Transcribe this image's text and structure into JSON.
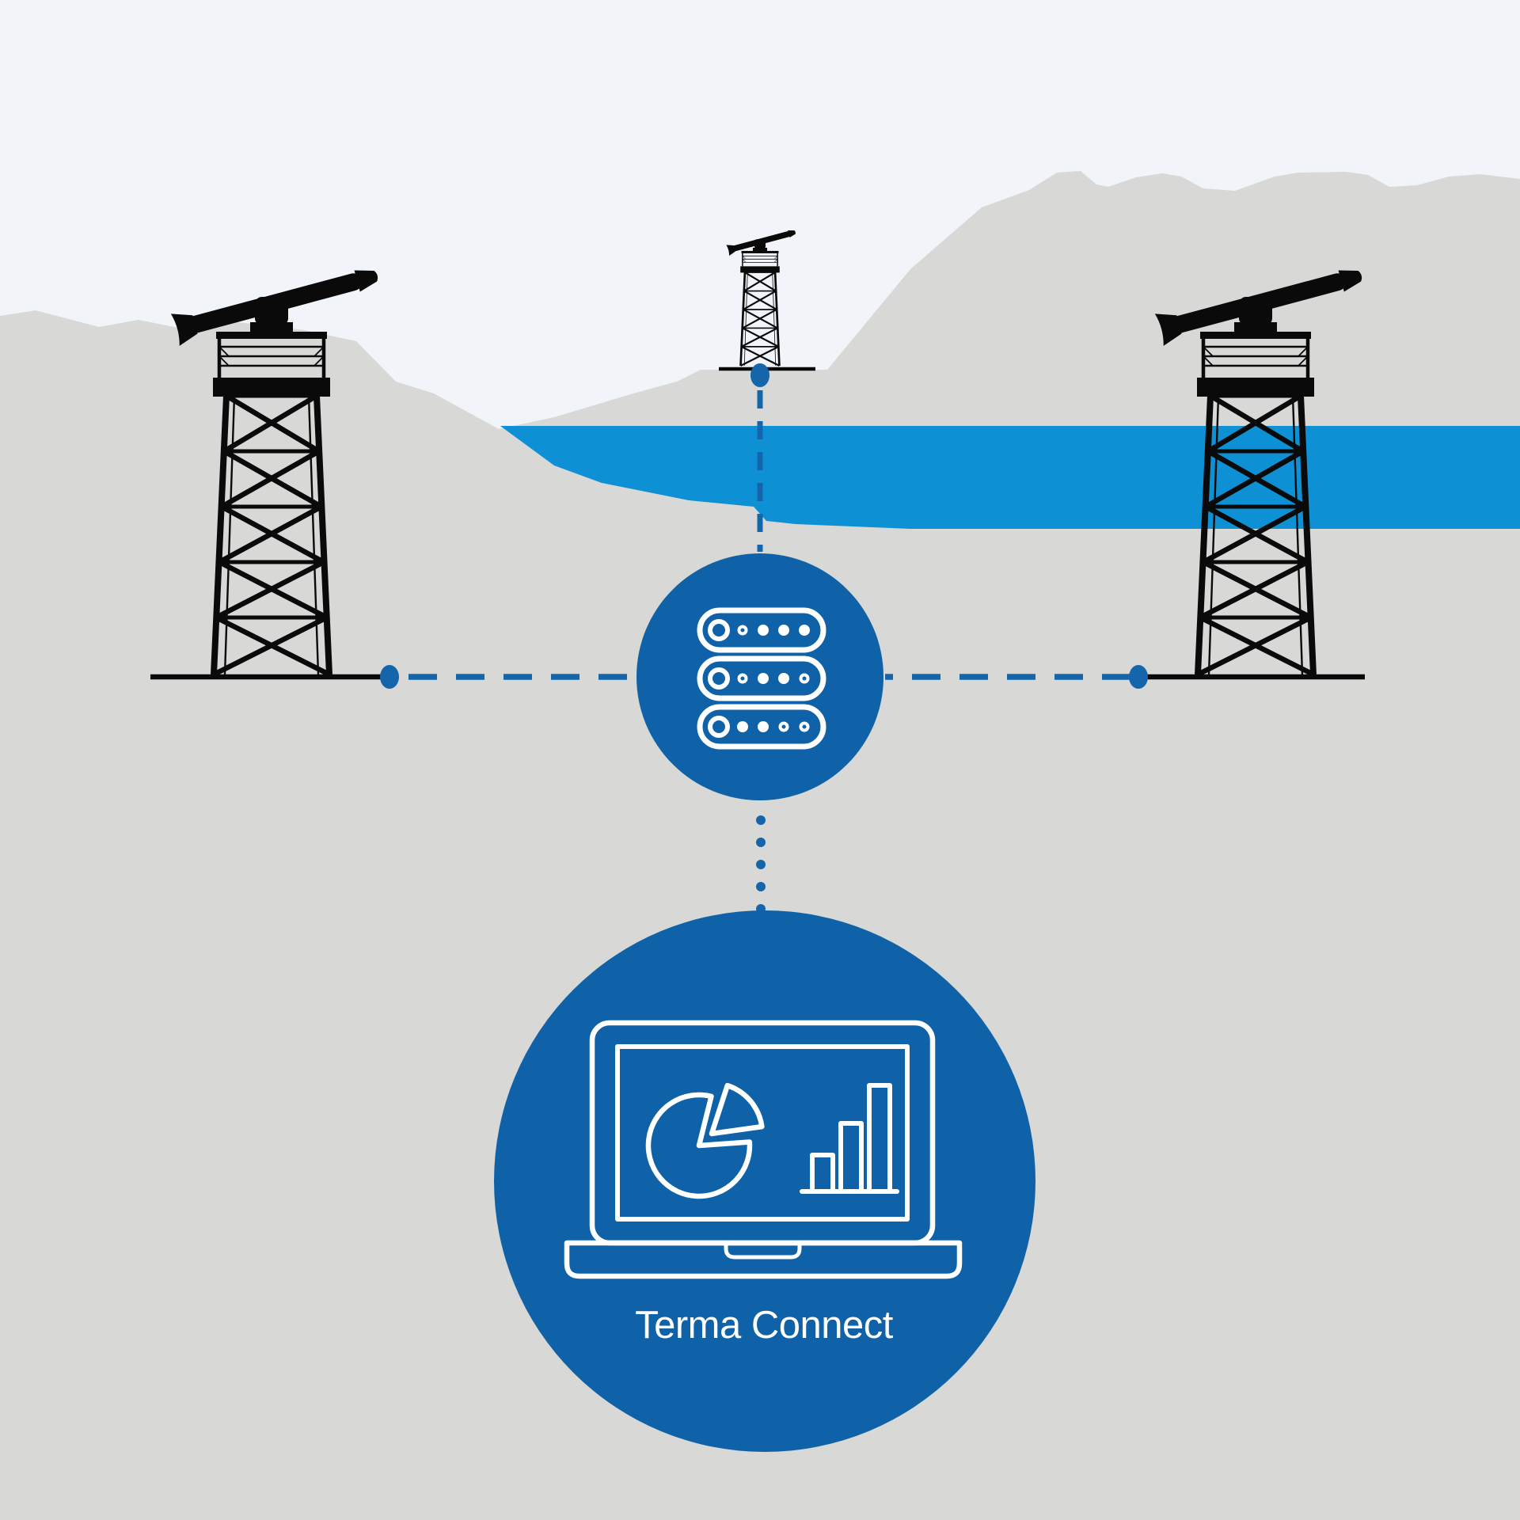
{
  "title": "Radar network diagram",
  "colors": {
    "sky": "#f1f4f9",
    "land": "#d8d9d6",
    "river": "#0e90d5",
    "node": "#0f62a8",
    "connector": "#1565ab",
    "tower": "#0a0a0a",
    "white": "#ffffff"
  },
  "scene": {
    "sky": "sky",
    "mountains": "mountain landscape",
    "river": "river"
  },
  "towers": [
    {
      "id": "left",
      "icon": "radar-tower-icon"
    },
    {
      "id": "center",
      "icon": "radar-tower-icon"
    },
    {
      "id": "right",
      "icon": "radar-tower-icon"
    }
  ],
  "hub": {
    "icon": "server-rack-icon"
  },
  "client": {
    "icon": "laptop-analytics-icon",
    "label": "Terma Connect"
  }
}
